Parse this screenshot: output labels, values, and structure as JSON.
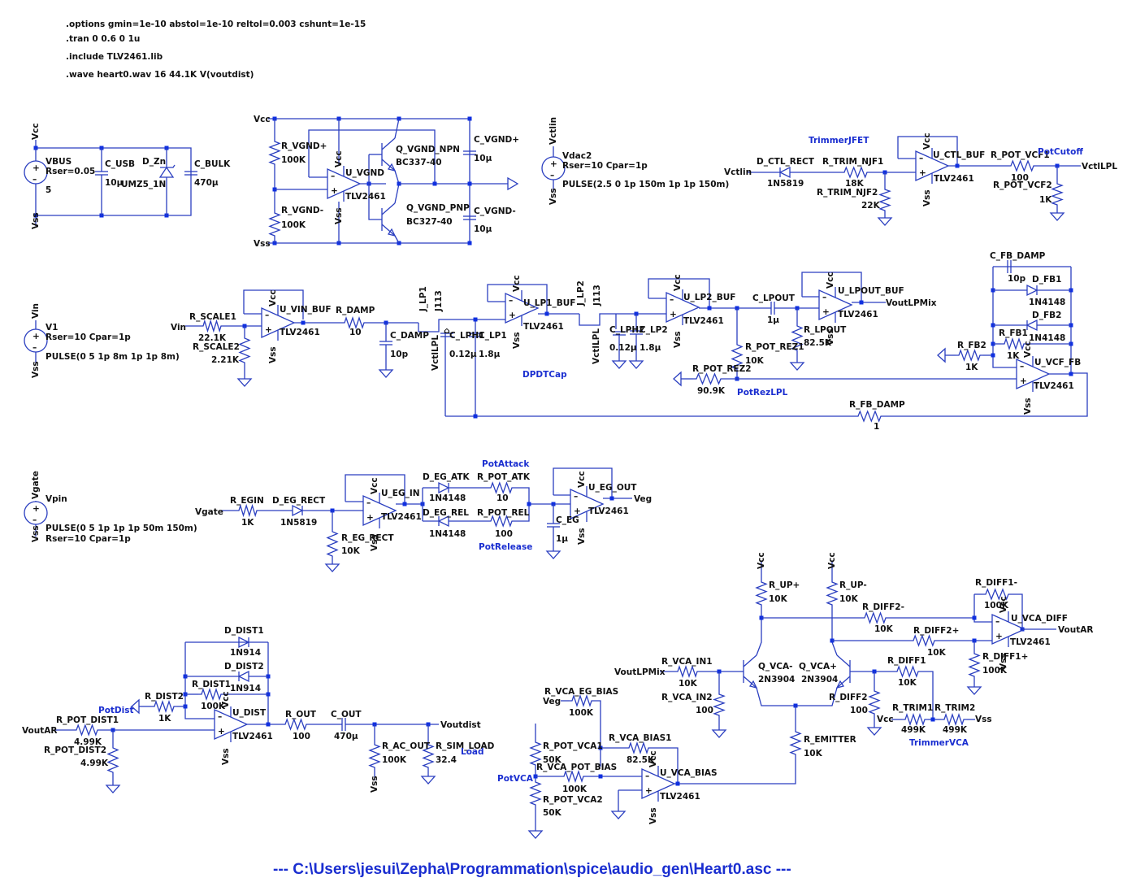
{
  "directives": [
    ".options gmin=1e-10 abstol=1e-10 reltol=0.003 cshunt=1e-15",
    ".tran 0 0.6 0 1u",
    ".include TLV2461.lib",
    ".wave heart0.wav 16 44.1K V(voutdist)"
  ],
  "file_path": "---  C:\\Users\\jesui\\Zepha\\Programmation\\spice\\audio_gen\\Heart0.asc  ---",
  "colors": {
    "wire": "#2b3fc0",
    "junction": "#1030e0",
    "label_blue": "#1a2ed0",
    "text": "#111111"
  },
  "blocks": {
    "power": {
      "source": {
        "name": "VBUS",
        "params": "Rser=0.05",
        "value": "5"
      },
      "nets": {
        "top": "Vcc",
        "bottom": "Vss"
      },
      "c_usb": {
        "name": "C_USB",
        "value": "10µ"
      },
      "d_zn": {
        "name": "D_Zn",
        "value": "UMZ5_1N"
      },
      "c_bulk": {
        "name": "C_BULK",
        "value": "470µ"
      }
    },
    "vgnd": {
      "nets": {
        "top": "Vcc",
        "bottom": "Vss"
      },
      "r_plus": {
        "name": "R_VGND+",
        "value": "100K"
      },
      "r_minus": {
        "name": "R_VGND-",
        "value": "100K"
      },
      "opamp": {
        "name": "U_VGND",
        "model": "TLV2461"
      },
      "q_npn": {
        "name": "Q_VGND_NPN",
        "model": "BC337-40"
      },
      "q_pnp": {
        "name": "Q_VGND_PNP",
        "model": "BC327-40"
      },
      "c_plus": {
        "name": "C_VGND+",
        "value": "10µ"
      },
      "c_minus": {
        "name": "C_VGND-",
        "value": "10µ"
      }
    },
    "vdac2": {
      "source": {
        "name": "Vdac2",
        "params": "Rser=10 Cpar=1p",
        "value": "PULSE(2.5 0 1p 150m 1p 1p 150m)"
      },
      "nets": {
        "top": "Vctlin",
        "bottom": "Vss"
      }
    },
    "ctl": {
      "label": "TrimmerJFET",
      "in_net": "Vctlin",
      "d_rect": {
        "name": "D_CTL_RECT",
        "value": "1N5819"
      },
      "r_trim1": {
        "name": "R_TRIM_NJF1",
        "value": "18K"
      },
      "r_trim2": {
        "name": "R_TRIM_NJF2",
        "value": "22K"
      },
      "opamp": {
        "name": "U_CTL_BUF",
        "model": "TLV2461",
        "vcc": "Vcc",
        "vss": "Vss"
      },
      "r_vcf1": {
        "name": "R_POT_VCF1",
        "value": "100"
      },
      "r_vcf2": {
        "name": "R_POT_VCF2",
        "value": "1K"
      },
      "pot_label": "PotCutoff",
      "out_net": "VctlLPL"
    },
    "v1": {
      "source": {
        "name": "V1",
        "params": "Rser=10 Cpar=1p",
        "value": "PULSE(0 5 1p 8m 1p 1p 8m)"
      },
      "nets": {
        "top": "Vin",
        "bottom": "Vss"
      }
    },
    "filter": {
      "in_net": "Vin",
      "r_scale1": {
        "name": "R_SCALE1",
        "value": "22.1K"
      },
      "r_scale2": {
        "name": "R_SCALE2",
        "value": "2.21K"
      },
      "u_vin": {
        "name": "U_VIN_BUF",
        "model": "TLV2461"
      },
      "r_damp": {
        "name": "R_DAMP",
        "value": "10"
      },
      "c_damp": {
        "name": "C_DAMP",
        "value": "10p"
      },
      "j_lp1": {
        "name": "J_LP1",
        "model": "J113",
        "gate": "VctlLPL"
      },
      "c_lph1": {
        "name": "C_LPH1",
        "value": "0.12µ"
      },
      "c_lp1": {
        "name": "C_LP1",
        "value": "1.8µ"
      },
      "u_lp1": {
        "name": "U_LP1_BUF",
        "model": "TLV2461"
      },
      "j_lp2": {
        "name": "J_LP2",
        "model": "J113",
        "gate": "VctlLPL"
      },
      "c_lph2": {
        "name": "C_LPH2",
        "value": "0.12µ"
      },
      "c_lp2": {
        "name": "C_LP2",
        "value": "1.8µ"
      },
      "u_lp2": {
        "name": "U_LP2_BUF",
        "model": "TLV2461"
      },
      "dpdt_label": "DPDTCap",
      "c_lpout": {
        "name": "C_LPOUT",
        "value": "1µ"
      },
      "r_lpout": {
        "name": "R_LPOUT",
        "value": "82.5K"
      },
      "u_lpout": {
        "name": "U_LPOUT_BUF",
        "model": "TLV2461"
      },
      "out_net": "VoutLPMix",
      "r_rez1": {
        "name": "R_POT_REZ1",
        "value": "10K"
      },
      "r_rez2": {
        "name": "R_POT_REZ2",
        "value": "90.9K"
      },
      "rez_label": "PotRezLPL",
      "c_fb_damp": {
        "name": "C_FB_DAMP",
        "value": "10p"
      },
      "d_fb1": {
        "name": "D_FB1",
        "value": "1N4148"
      },
      "d_fb2": {
        "name": "D_FB2",
        "value": "1N4148"
      },
      "r_fb1": {
        "name": "R_FB1",
        "value": "1K"
      },
      "r_fb2": {
        "name": "R_FB2",
        "value": "1K"
      },
      "u_vcf_fb": {
        "name": "U_VCF_FB",
        "model": "TLV2461"
      },
      "r_fb_damp": {
        "name": "R_FB_DAMP",
        "value": "1"
      }
    },
    "vpin": {
      "source": {
        "name": "Vpin",
        "params": "Rser=10 Cpar=1p",
        "value": "PULSE(0 5 1p 1p 1p 50m 150m)"
      },
      "nets": {
        "top": "Vgate",
        "bottom": "Vss"
      }
    },
    "eg": {
      "in_net": "Vgate",
      "r_egin": {
        "name": "R_EGIN",
        "value": "1K"
      },
      "d_rect": {
        "name": "D_EG_RECT",
        "value": "1N5819"
      },
      "r_rect": {
        "name": "R_EG_RECT",
        "value": "10K"
      },
      "u_in": {
        "name": "U_EG_IN",
        "model": "TLV2461"
      },
      "attack_label": "PotAttack",
      "d_atk": {
        "name": "D_EG_ATK",
        "value": "1N4148"
      },
      "r_atk": {
        "name": "R_POT_ATK",
        "value": "10"
      },
      "d_rel": {
        "name": "D_EG_REL",
        "value": "1N4148"
      },
      "r_rel": {
        "name": "R_POT_REL",
        "value": "100"
      },
      "release_label": "PotRelease",
      "c_eg": {
        "name": "C_EG",
        "value": "1µ"
      },
      "u_out": {
        "name": "U_EG_OUT",
        "model": "TLV2461"
      },
      "out_net": "Veg"
    },
    "dist": {
      "in_net": "VoutAR",
      "r_pot1": {
        "name": "R_POT_DIST1",
        "value": "4.99K"
      },
      "r_pot2": {
        "name": "R_POT_DIST2",
        "value": "4.99K"
      },
      "pot_label": "PotDist",
      "r_dist2": {
        "name": "R_DIST2",
        "value": "1K"
      },
      "r_dist1": {
        "name": "R_DIST1",
        "value": "100K"
      },
      "d_dist1": {
        "name": "D_DIST1",
        "value": "1N914"
      },
      "d_dist2": {
        "name": "D_DIST2",
        "value": "1N914"
      },
      "opamp": {
        "name": "U_DIST",
        "model": "TLV2461"
      },
      "r_out": {
        "name": "R_OUT",
        "value": "100"
      },
      "c_out": {
        "name": "C_OUT",
        "value": "470µ"
      },
      "r_ac": {
        "name": "R_AC_OUT",
        "value": "100K"
      },
      "r_load": {
        "name": "R_SIM_LOAD",
        "value": "32.4"
      },
      "load_label": "Load",
      "out_net": "Voutdist"
    },
    "vca": {
      "r_eg_bias": {
        "name": "R_VCA_EG_BIAS",
        "value": "100K",
        "net": "Veg"
      },
      "r_pot1": {
        "name": "R_POT_VCA1",
        "value": "50K"
      },
      "r_pot2": {
        "name": "R_POT_VCA2",
        "value": "50K"
      },
      "r_pot_bias": {
        "name": "R_VCA_POT_BIAS",
        "value": "100K"
      },
      "pot_label": "PotVCA",
      "r_bias1": {
        "name": "R_VCA_BIAS1",
        "value": "82.5K"
      },
      "u_bias": {
        "name": "U_VCA_BIAS",
        "model": "TLV2461"
      },
      "in_net": "VoutLPMix",
      "r_in1": {
        "name": "R_VCA_IN1",
        "value": "10K"
      },
      "r_in2": {
        "name": "R_VCA_IN2",
        "value": "100"
      },
      "q_minus": {
        "name": "Q_VCA-",
        "model": "2N3904"
      },
      "q_plus": {
        "name": "Q_VCA+",
        "model": "2N3904"
      },
      "r_up_plus": {
        "name": "R_UP+",
        "value": "10K"
      },
      "r_up_minus": {
        "name": "R_UP-",
        "value": "10K"
      },
      "r_emitter": {
        "name": "R_EMITTER",
        "value": "10K"
      },
      "r_diff2m": {
        "name": "R_DIFF2-",
        "value": "10K"
      },
      "r_diff2p": {
        "name": "R_DIFF2+",
        "value": "10K"
      },
      "r_diff1m": {
        "name": "R_DIFF1-",
        "value": "100K"
      },
      "r_diff1p": {
        "name": "R_DIFF1+",
        "value": "100K"
      },
      "r_diff1": {
        "name": "R_DIFF1",
        "value": "10K"
      },
      "r_diff2": {
        "name": "R_DIFF2",
        "value": "100"
      },
      "r_trim1": {
        "name": "R_TRIM1",
        "value": "499K"
      },
      "r_trim2": {
        "name": "R_TRIM2",
        "value": "499K"
      },
      "trim_label": "TrimmerVCA",
      "u_diff": {
        "name": "U_VCA_DIFF",
        "model": "TLV2461"
      },
      "out_net": "VoutAR"
    }
  },
  "net_labels": {
    "vcc": "Vcc",
    "vss": "Vss"
  }
}
